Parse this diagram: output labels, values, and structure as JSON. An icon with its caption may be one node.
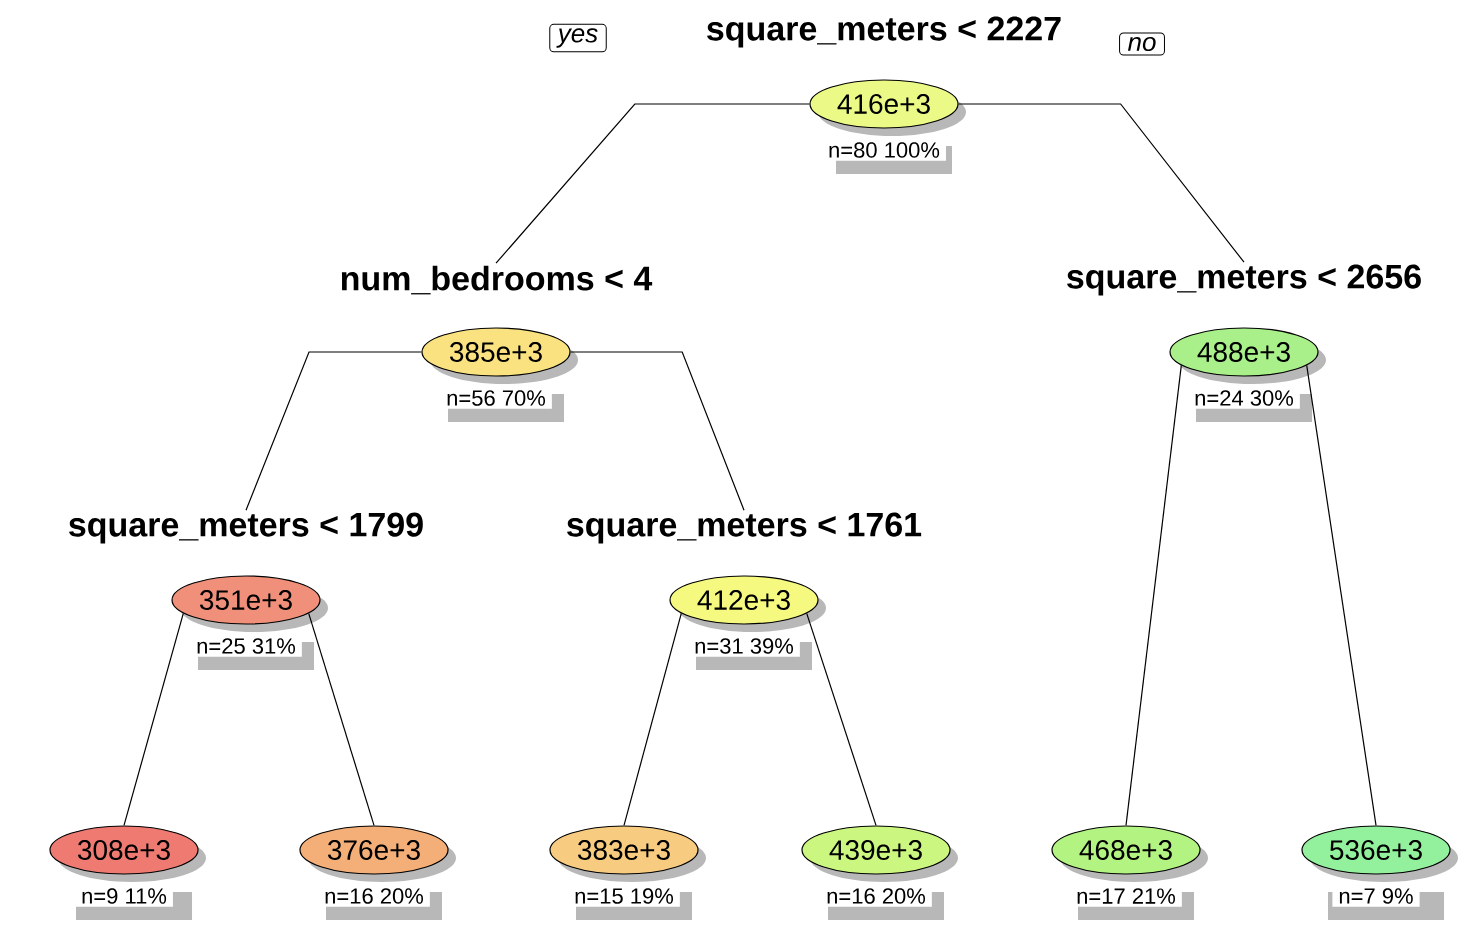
{
  "diagram": {
    "nodes": [
      {
        "text": [
          "square_meters < 2227",
          "416e+3"
        ],
        "beside": [
          "n=80 100%"
        ]
      },
      {
        "text": [
          "num_bedrooms < 4",
          "385e+3"
        ],
        "beside": [
          "n=56 70%"
        ]
      },
      {
        "text": [
          "square_meters < 2656",
          "488e+3"
        ],
        "beside": [
          "n=24 30%"
        ]
      },
      {
        "text": [
          "square_meters < 1799",
          "351e+3"
        ],
        "beside": [
          "n=25 31%"
        ]
      },
      {
        "text": [
          "square_meters < 1761",
          "412e+3"
        ],
        "beside": [
          "n=31 39%"
        ]
      },
      {
        "text": [
          "308e+3"
        ],
        "beside": [
          "n=9 11%"
        ]
      },
      {
        "text": [
          "376e+3"
        ],
        "beside": [
          "n=16 20%"
        ]
      },
      {
        "text": [
          "383e+3"
        ],
        "beside": [
          "n=15 19%"
        ]
      },
      {
        "text": [
          "439e+3"
        ],
        "beside": [
          "n=16 20%"
        ]
      },
      {
        "text": [
          "468e+3"
        ],
        "beside": [
          "n=17 21%"
        ]
      },
      {
        "text": [
          "536e+3"
        ],
        "beside": [
          "n=7 9%"
        ]
      }
    ],
    "edges": [
      {
        "from": 0,
        "to": 1,
        "arrow": "none"
      },
      {
        "from": 0,
        "to": 2,
        "arrow": "none"
      },
      {
        "from": 1,
        "to": 3,
        "arrow": "none"
      },
      {
        "from": 1,
        "to": 4,
        "arrow": "none"
      },
      {
        "from": 3,
        "to": 5,
        "arrow": "none"
      },
      {
        "from": 3,
        "to": 6,
        "arrow": "none"
      },
      {
        "from": 4,
        "to": 7,
        "arrow": "none"
      },
      {
        "from": 4,
        "to": 8,
        "arrow": "none"
      },
      {
        "from": 2,
        "to": 9,
        "arrow": "none"
      },
      {
        "from": 2,
        "to": 10,
        "arrow": "none"
      }
    ],
    "labels": [
      "yes",
      "no"
    ]
  }
}
